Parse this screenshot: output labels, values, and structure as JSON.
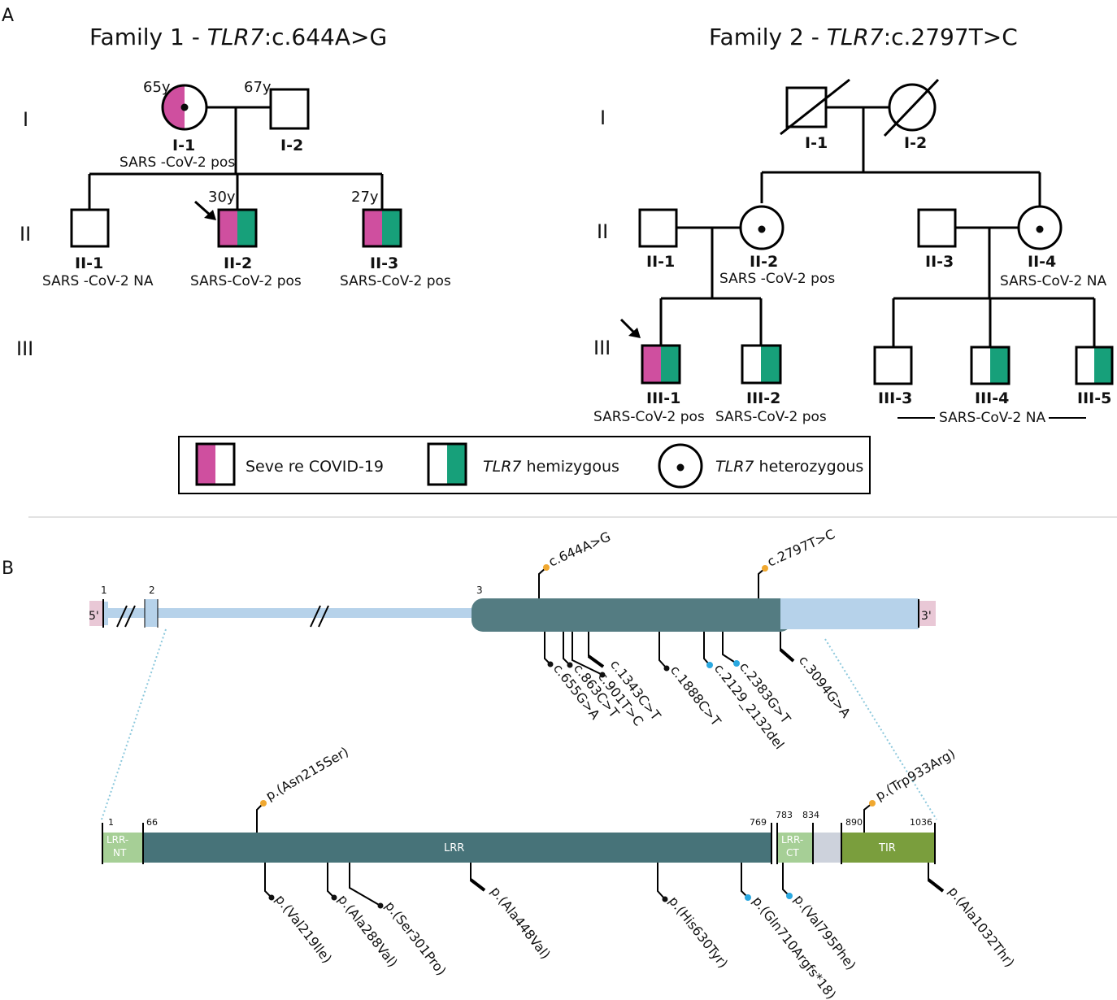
{
  "colors": {
    "severe": "#cf4f9f",
    "hemizygous": "#17a07a",
    "exon_dark": "#547c82",
    "utr_light": "#b6d2ea",
    "utr_pink": "#e9c8d6",
    "lrr_dark": "#477379",
    "lrr_small": "#a6cf96",
    "tir": "#7a9e3d",
    "gap_grey": "#cdd2dc",
    "dot_orange": "#f0a830",
    "dot_blue": "#2aa8e0",
    "dot_black": "#111111"
  },
  "panel_a": {
    "label": "A",
    "family1": {
      "title_prefix": "Family 1  - ",
      "gene": "TLR7",
      "variant": ":c.644A>G",
      "generations": [
        "I",
        "II",
        "III"
      ],
      "individuals": {
        "i1": {
          "id": "I-1",
          "age": "65y",
          "status": "SARS -CoV-2 pos"
        },
        "i2": {
          "id": "I-2",
          "age": "67y"
        },
        "ii1": {
          "id": "II-1",
          "status": "SARS -CoV-2 NA"
        },
        "ii2": {
          "id": "II-2",
          "age": "30y",
          "status": "SARS-CoV-2 pos"
        },
        "ii3": {
          "id": "II-3",
          "age": "27y",
          "status": "SARS-CoV-2 pos"
        }
      }
    },
    "family2": {
      "title_prefix": "Family 2  - ",
      "gene": "TLR7",
      "variant": ":c.2797T>C",
      "generations": [
        "I",
        "II",
        "III"
      ],
      "individuals": {
        "i1": {
          "id": "I-1"
        },
        "i2": {
          "id": "I-2"
        },
        "ii1": {
          "id": "II-1"
        },
        "ii2": {
          "id": "II-2",
          "status": "SARS -CoV-2 pos"
        },
        "ii3": {
          "id": "II-3"
        },
        "ii4": {
          "id": "II-4",
          "status": "SARS-CoV-2 NA"
        },
        "iii1": {
          "id": "III-1",
          "status": "SARS-CoV-2 pos"
        },
        "iii2": {
          "id": "III-2",
          "status": "SARS-CoV-2 pos"
        },
        "iii3": {
          "id": "III-3"
        },
        "iii4": {
          "id": "III-4"
        },
        "iii5": {
          "id": "III-5"
        },
        "group_status": "SARS-CoV-2 NA"
      }
    },
    "legend": {
      "severe": "Seve re COVID-19",
      "hemi_gene": "TLR7",
      "hemi_text": " hemizygous",
      "het_gene": "TLR7",
      "het_text": " heterozygous"
    }
  },
  "panel_b": {
    "label": "B",
    "gene": {
      "utr5": "5'",
      "utr3": "3'",
      "exons": [
        "1",
        "2",
        "3"
      ],
      "variants_above": [
        "c.644A>G",
        "c.2797T>C"
      ],
      "variants_below": [
        "c.655G>A",
        "c.863C>T",
        "c.901T>C",
        "c.1343C>T",
        "c.1888C>T",
        "c.2129_2132del",
        "c.2383G>T",
        "c.3094G>A"
      ]
    },
    "protein": {
      "domains": [
        "LRR-",
        "NT",
        "LRR",
        "LRR-",
        "CT",
        "TIR"
      ],
      "positions": [
        "1",
        "66",
        "769",
        "783",
        "834",
        "890",
        "1036"
      ],
      "variants_above": [
        "p.(Asn215Ser)",
        "p.(Trp933Arg)"
      ],
      "variants_below": [
        "p.(Val219Ile)",
        "p.(Ala288Val)",
        "p.(Ser301Pro)",
        "p.(Ala448Val)",
        "p.(His630Tyr)",
        "p.(Gln710Argfs*18)",
        "p.(Val795Phe)",
        "p.(Ala1032Thr)"
      ]
    }
  }
}
